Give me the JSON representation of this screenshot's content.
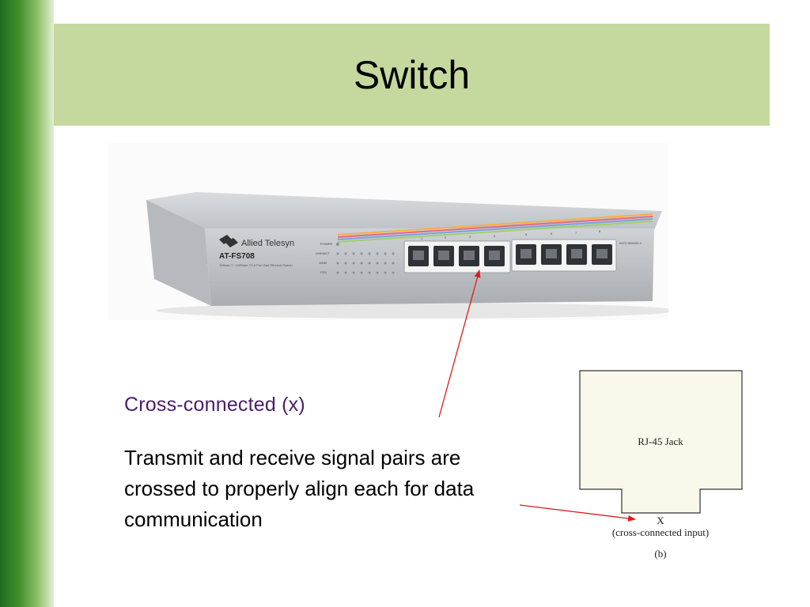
{
  "slide": {
    "title": "Switch"
  },
  "photo": {
    "brand": "Allied Telesyn",
    "model": "AT-FS708",
    "model_subtitle": "10Base-T / 100Base-TX 8 Port Fast Ethernet Switch",
    "led_labels": [
      "POWER",
      "LINK/ACT",
      "100M",
      "FDX"
    ],
    "port_numbers": [
      "1",
      "2",
      "3",
      "4",
      "5",
      "6",
      "7",
      "8"
    ],
    "auto_label": "AUTO MDI/MDI-X"
  },
  "content": {
    "heading": "Cross-connected  (x)",
    "body": "Transmit and receive signal pairs are crossed to properly align each for data communication"
  },
  "diagram": {
    "jack_label": "RJ-45 Jack",
    "pin_label": "X",
    "pin_caption": "(cross-connected input)",
    "figure_label": "(b)"
  },
  "colors": {
    "arrow": "#e01b1b",
    "heading": "#4a1d6b",
    "title_band": "#c5d99e"
  }
}
